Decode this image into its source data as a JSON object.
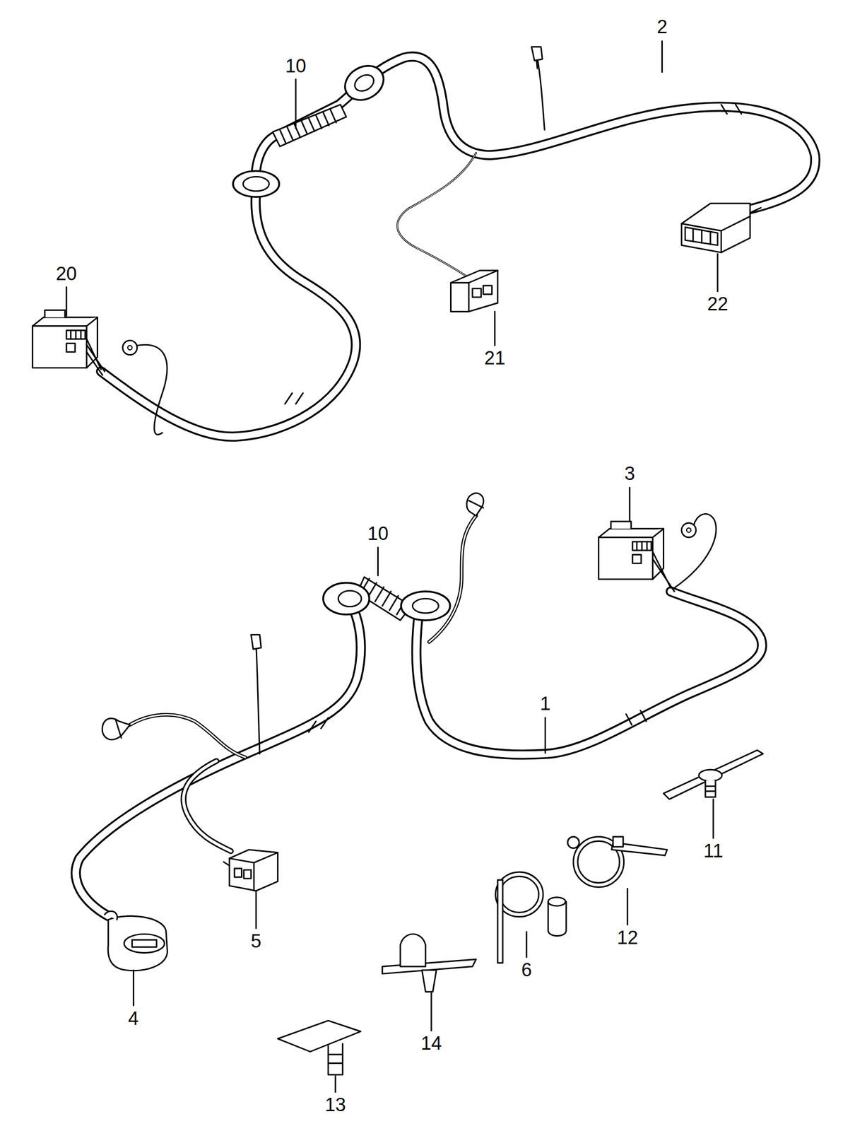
{
  "diagram": {
    "labels": [
      "2",
      "10",
      "20",
      "22",
      "21",
      "3",
      "10",
      "1",
      "11",
      "12",
      "5",
      "6",
      "4",
      "14",
      "13"
    ]
  }
}
